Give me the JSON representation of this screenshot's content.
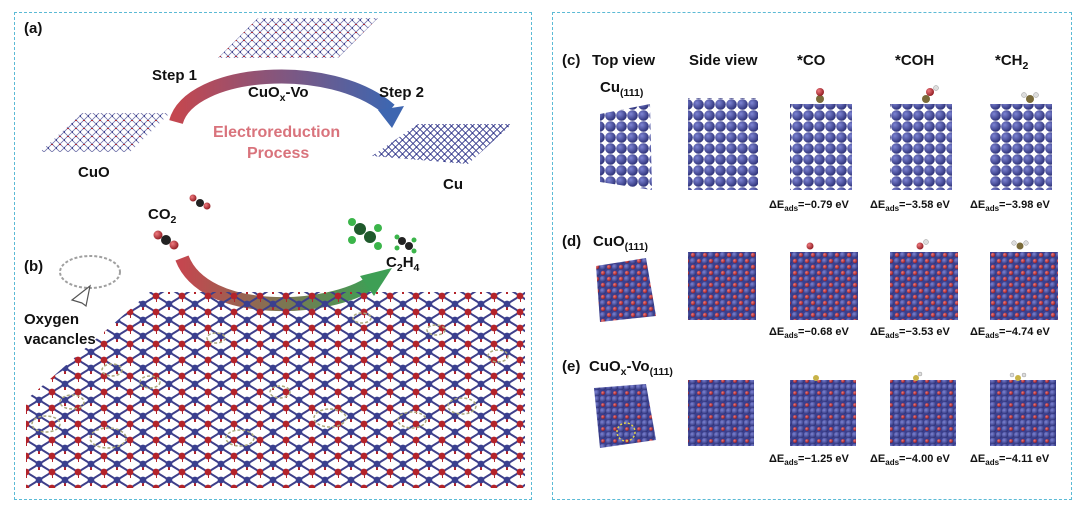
{
  "panels": {
    "a": "(a)",
    "b": "(b)",
    "c": "(c)",
    "d": "(d)",
    "e": "(e)"
  },
  "left": {
    "step1": "Step 1",
    "step2": "Step 2",
    "cuox_vo_main": "CuO",
    "cuox_vo_sub": "x",
    "cuox_vo_tail": "-Vo",
    "process_line1": "Electroreduction",
    "process_line2": "Process",
    "cuo": "CuO",
    "cu": "Cu",
    "co2_main": "CO",
    "co2_sub": "2",
    "c2h4": "C2H4",
    "oxygen_line1": "Oxygen",
    "oxygen_line2": "vacancles"
  },
  "right": {
    "headers": {
      "top_view": "Top view",
      "side_view": "Side view",
      "co": "*CO",
      "coh": "*COH",
      "ch2_main": "*CH",
      "ch2_sub": "2"
    },
    "rows": [
      {
        "name_main": "Cu",
        "name_sub": "(111)",
        "energies": [
          "−0.79 eV",
          "−3.58 eV",
          "−3.98 eV"
        ]
      },
      {
        "name_main": "CuO",
        "name_sub": "(111)",
        "energies": [
          "−0.68 eV",
          "−3.53 eV",
          "−4.74 eV"
        ]
      },
      {
        "name_main": "CuO",
        "name_mid": "x",
        "name_tail": "-Vo",
        "name_sub": "(111)",
        "energies": [
          "−1.25 eV",
          "−4.00 eV",
          "−4.11 eV"
        ]
      }
    ],
    "energy_prefix": "ΔE",
    "energy_sub": "ads",
    "energy_eq": "="
  },
  "colors": {
    "frame": "#5bbad5",
    "cu_atom": "#3a3f8f",
    "o_atom": "#b3232a",
    "arrow_red": "#c4474f",
    "arrow_blue": "#3e66b0",
    "arrow_green": "#3e9f55",
    "process_text": "#d9737c"
  }
}
